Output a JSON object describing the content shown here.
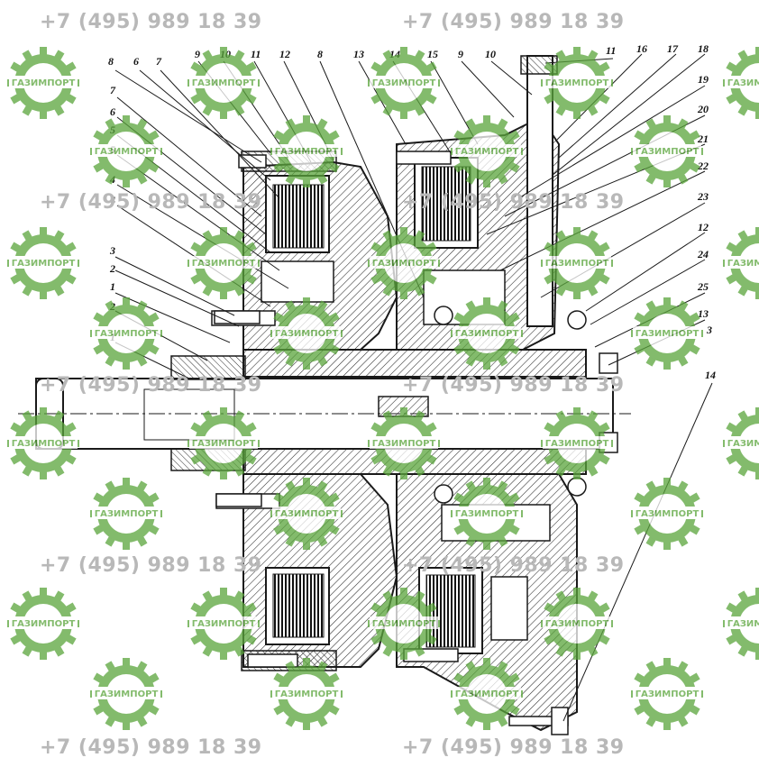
{
  "watermark": {
    "phone": "+7 (495) 989 18 39",
    "logo_text": "ГАЗИМПОРТ",
    "logo_color": "#5aa53c",
    "phone_color": "#b8b8b8"
  },
  "callouts": {
    "left": [
      "8",
      "6",
      "7",
      "7",
      "6",
      "5",
      "5",
      "4",
      "4",
      "3",
      "2",
      "1",
      "2",
      "1"
    ],
    "top": [
      "9",
      "10",
      "11",
      "12",
      "8",
      "13",
      "14",
      "15",
      "9",
      "10",
      "11"
    ],
    "right": [
      "16",
      "17",
      "18",
      "19",
      "20",
      "21",
      "22",
      "23",
      "12",
      "24",
      "25",
      "13",
      "3",
      "14"
    ]
  },
  "drawing": {
    "line_color": "#1a1a1a",
    "hatch_color": "#2a2a2a",
    "subject": "clutch-assembly-section"
  }
}
